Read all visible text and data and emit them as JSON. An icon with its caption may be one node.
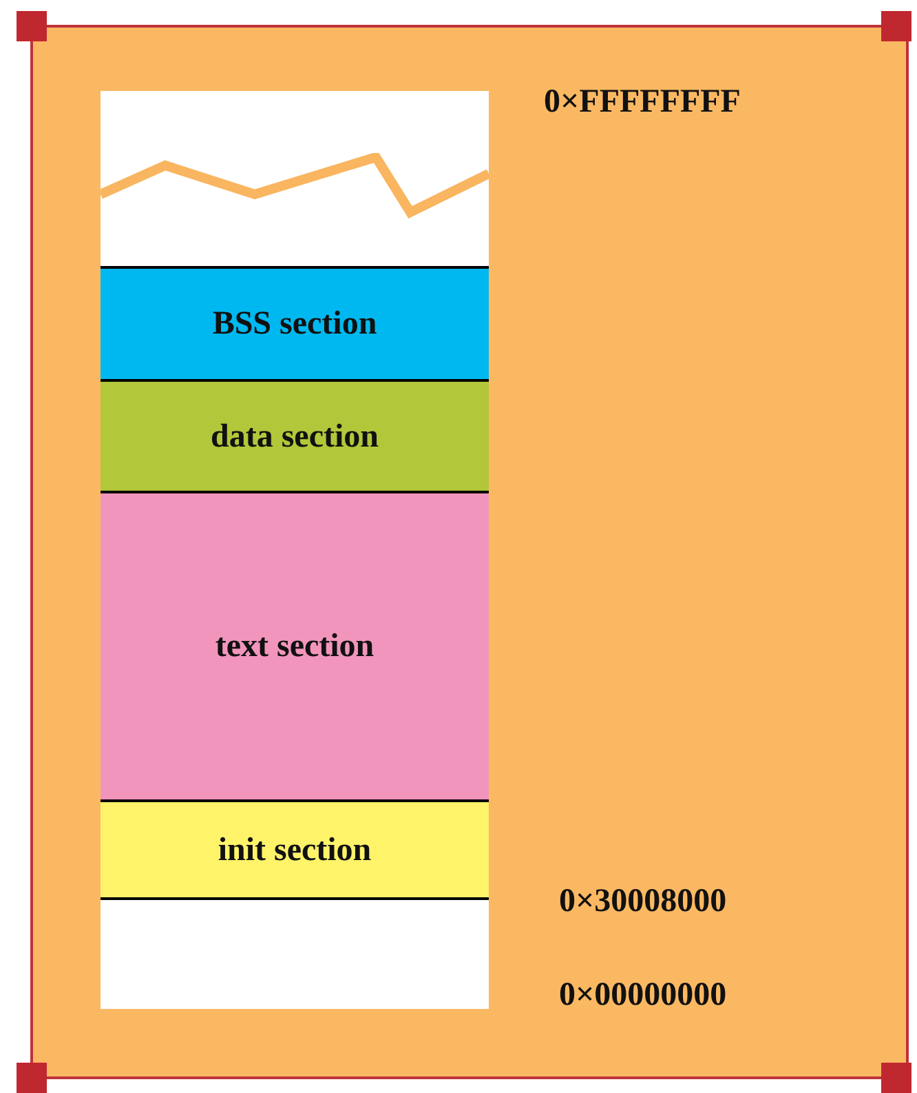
{
  "diagram": {
    "nodes": [
      {
        "text": [],
        "shape": "box"
      },
      {
        "text": [
          "BSS section"
        ]
      },
      {
        "text": [
          "data section"
        ]
      },
      {
        "text": [
          "text section"
        ]
      },
      {
        "text": [
          "init section"
        ]
      },
      {
        "text": [],
        "shape": "box"
      }
    ],
    "labels": [
      "0×FFFFFFFF",
      "0×30008000",
      "0×00000000"
    ]
  }
}
